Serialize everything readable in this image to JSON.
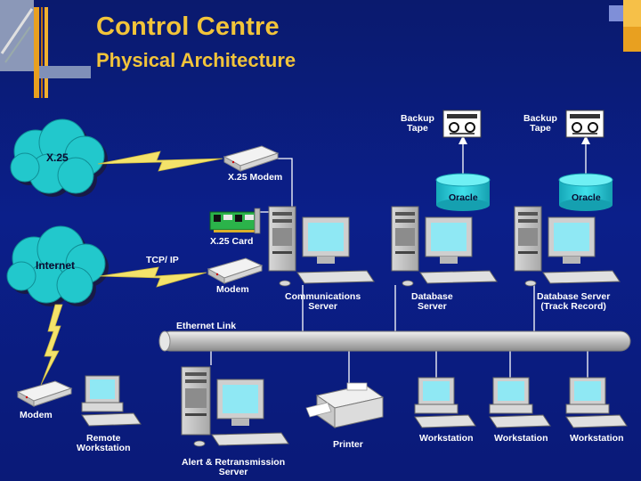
{
  "header": {
    "title": "Control Centre",
    "subtitle": "Physical Architecture"
  },
  "labels": {
    "x25": "X.25",
    "internet": "Internet",
    "x25_modem": "X.25 Modem",
    "x25_card": "X.25 Card",
    "tcpip": "TCP/ IP",
    "modem_center": "Modem",
    "modem_left": "Modem",
    "backup_tape_1": [
      "Backup",
      "Tape"
    ],
    "backup_tape_2": [
      "Backup",
      "Tape"
    ],
    "oracle_1": "Oracle",
    "oracle_2": "Oracle",
    "comm_server": [
      "Communications",
      "Server"
    ],
    "db_server": [
      "Database",
      "Server"
    ],
    "db_server_track": [
      "Database Server",
      "(Track Record)"
    ],
    "ethernet": "Ethernet Link",
    "remote_ws": [
      "Remote",
      "Workstation"
    ],
    "alert_server": [
      "Alert & Retransmission",
      "Server"
    ],
    "printer": "Printer",
    "ws1": "Workstation",
    "ws2": "Workstation",
    "ws3": "Workstation"
  },
  "colors": {
    "title": "#f2c43a",
    "background": "#0b1f8a",
    "cloud": "#20c8cc",
    "cylinder": "#22c8d8",
    "lightning": "#f4e36a",
    "bus": "#d9d9d9"
  }
}
